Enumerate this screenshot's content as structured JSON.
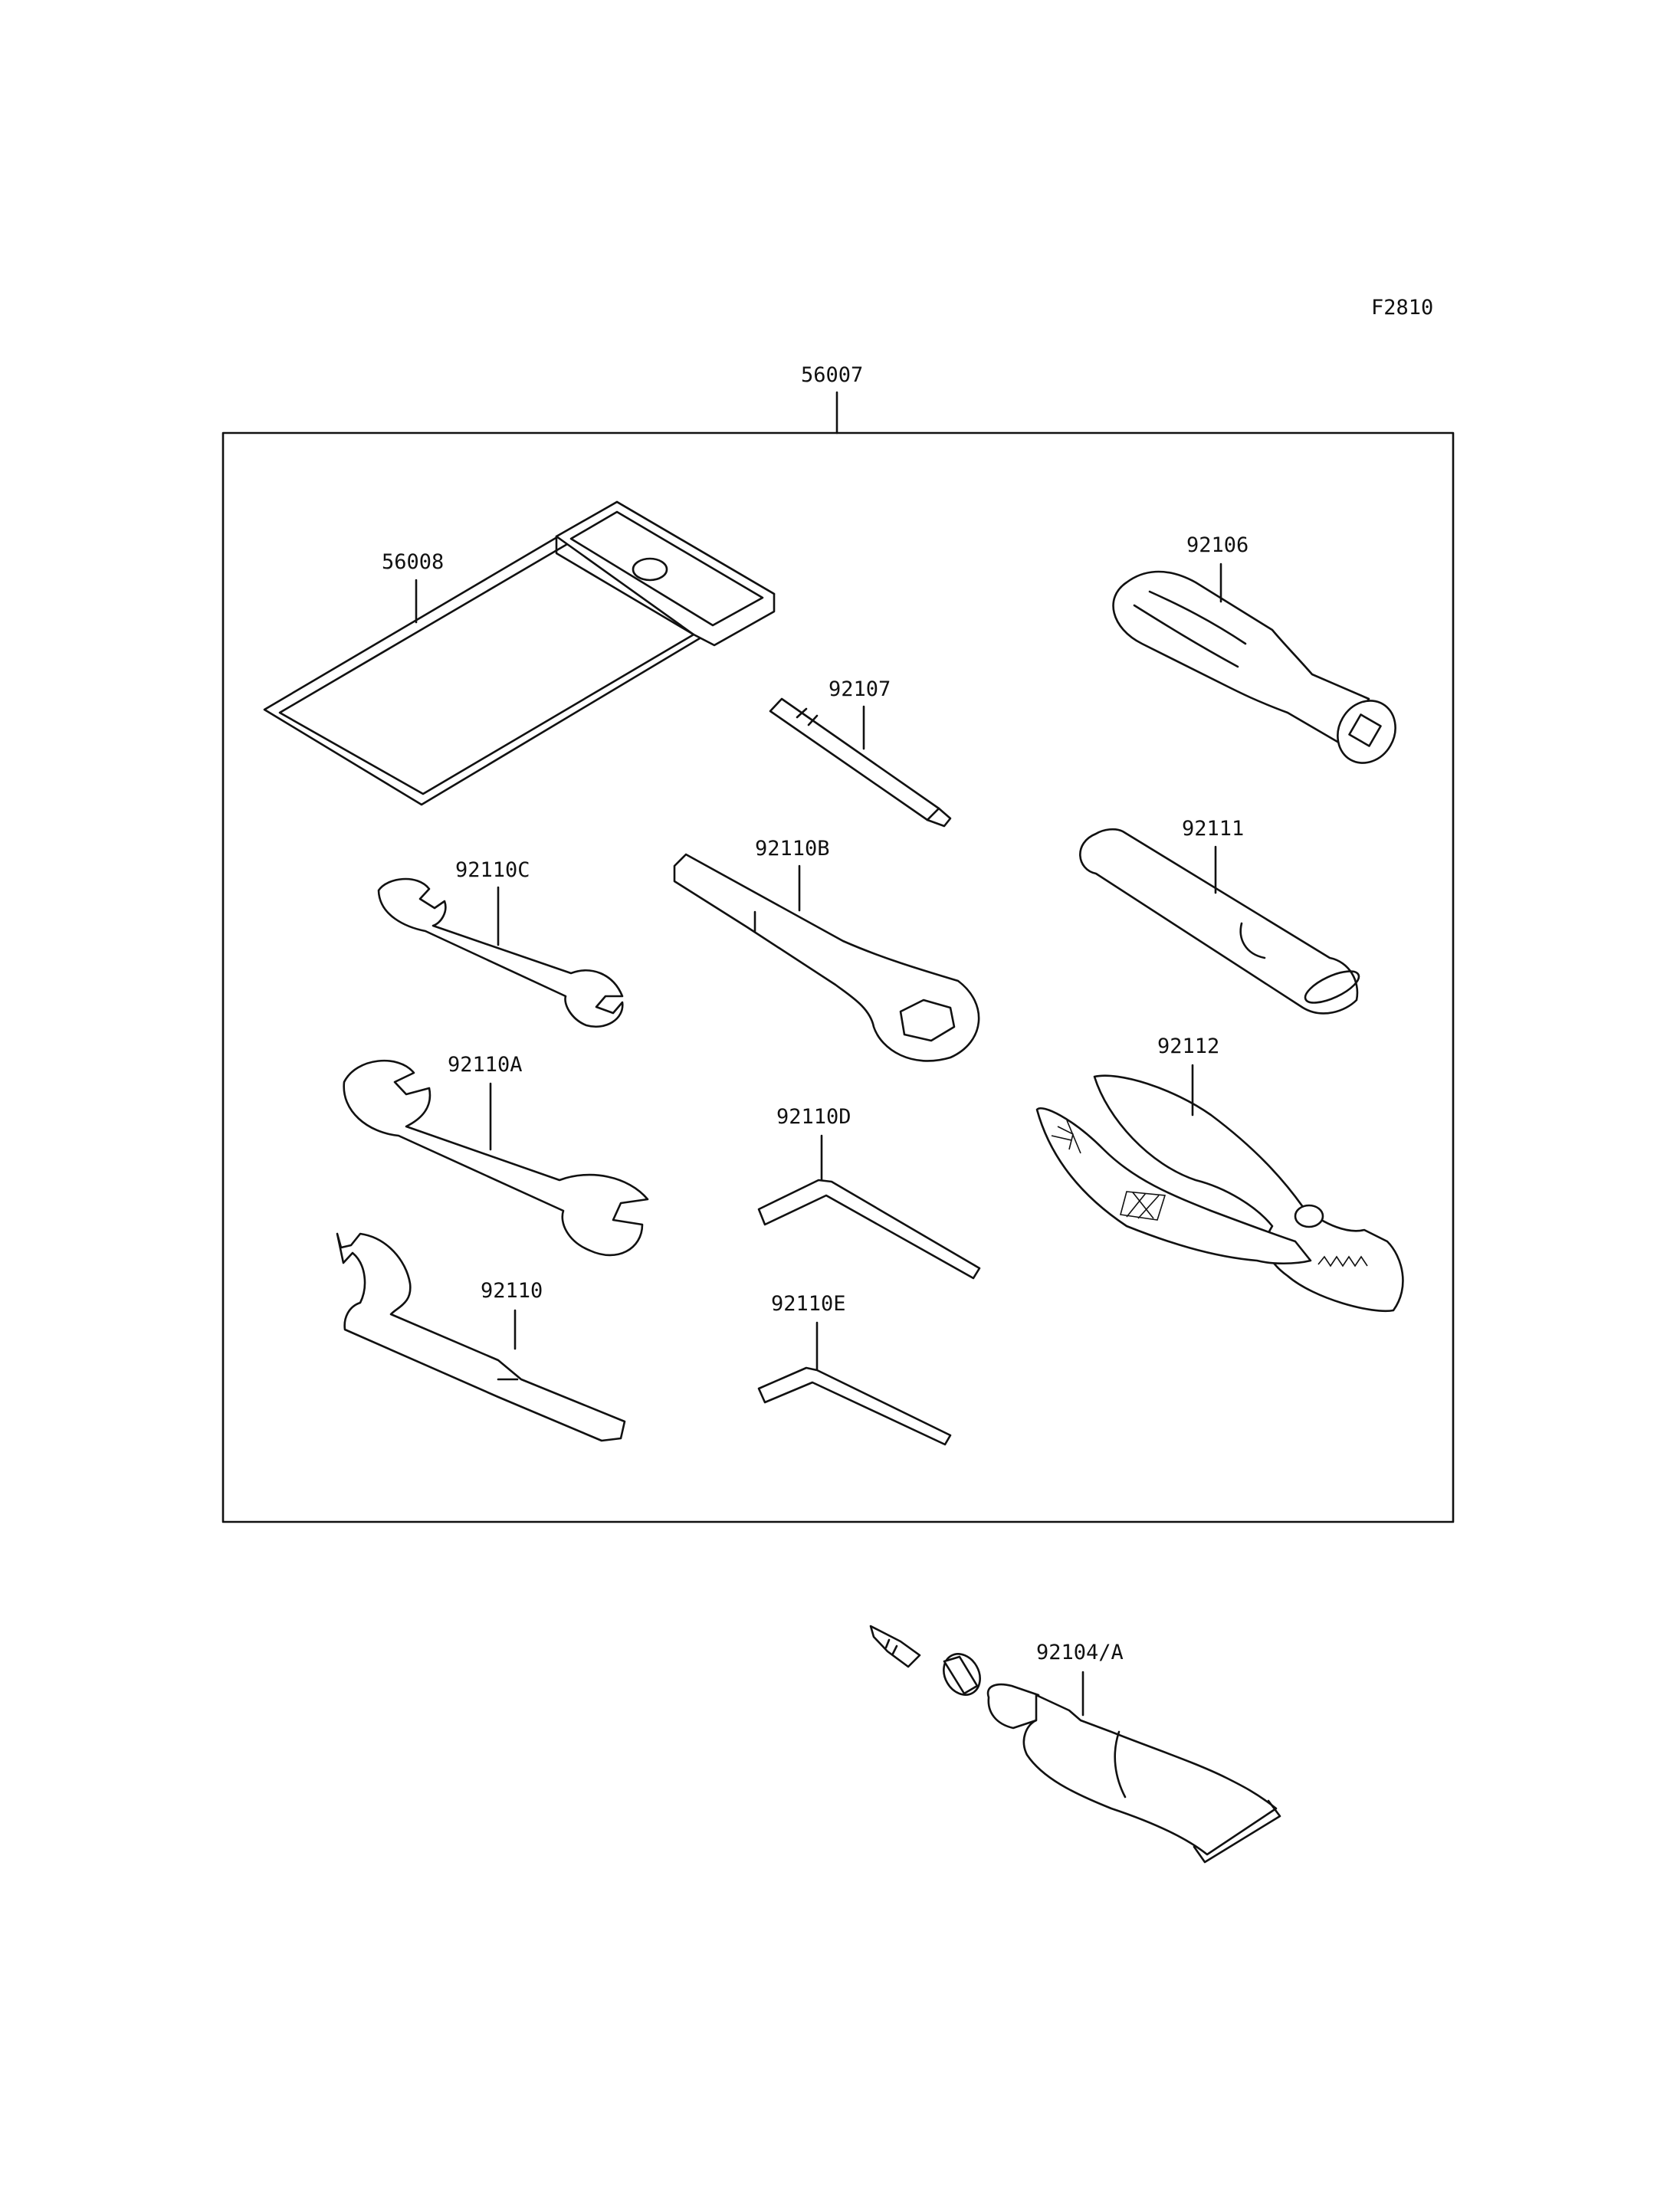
{
  "figure_code": "F2810",
  "kit": {
    "part_number": "56007"
  },
  "parts": {
    "pouch": "56008",
    "screwdriver_bit": "92107",
    "screwdriver_handle": "92106",
    "wrench_c": "92110C",
    "box_wrench_b": "92110B",
    "extension_bar": "92111",
    "wrench_a": "92110A",
    "hex_key_d": "92110D",
    "pliers": "92112",
    "hook_wrench": "92110",
    "hex_key_e": "92110E",
    "repair_kit": "92104/A"
  }
}
